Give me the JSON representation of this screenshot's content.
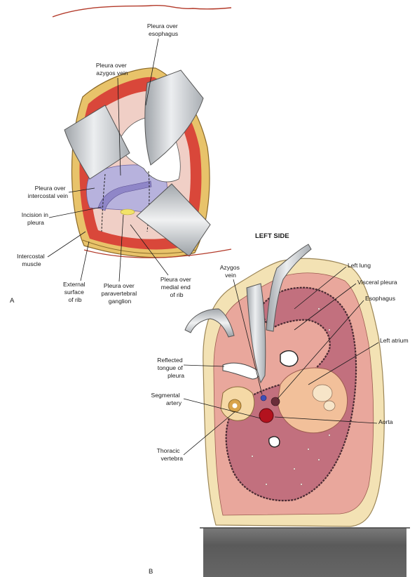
{
  "panels": {
    "a": "A",
    "b": "B"
  },
  "panel_a": {
    "pleura_over_esophagus": [
      "Pleura over",
      "esophagus"
    ],
    "pleura_over_azygos": [
      "Pleura over",
      "azygos vein"
    ],
    "pleura_over_intercostal_vein": [
      "Pleura over",
      "intercostal vein"
    ],
    "incision_in_pleura": [
      "Incision in",
      "pleura"
    ],
    "intercostal_muscle": [
      "Intercostal",
      "muscle"
    ],
    "external_surface_of_rib": [
      "External",
      "surface",
      "of rib"
    ],
    "pleura_over_paravertebral_ganglion": [
      "Pleura over",
      "paravertebral",
      "ganglion"
    ],
    "pleura_over_medial_end_of_rib": [
      "Pleura over",
      "medial end",
      "of rib"
    ]
  },
  "panel_b": {
    "title": "LEFT SIDE",
    "azygos_vein": [
      "Azygos",
      "vein"
    ],
    "left_lung": "Left lung",
    "visceral_pleura": "Visceral pleura",
    "esophagus": "Esophagus",
    "left_atrium": "Left atrium",
    "reflected_tongue": [
      "Reflected",
      "tongue of",
      "pleura"
    ],
    "segmental_artery": [
      "Segmental",
      "artery"
    ],
    "aorta": "Aorta",
    "thoracic_vertebra": [
      "Thoracic",
      "vertebra"
    ]
  },
  "colors": {
    "skin": "#f3e2b4",
    "muscle": "#e6a9a0",
    "lung": "#c2707e",
    "pleura_blue": "#b7b2dd",
    "retractor": "#c9cccf",
    "table": "#5e5e5e",
    "aorta": "#b3121e"
  }
}
